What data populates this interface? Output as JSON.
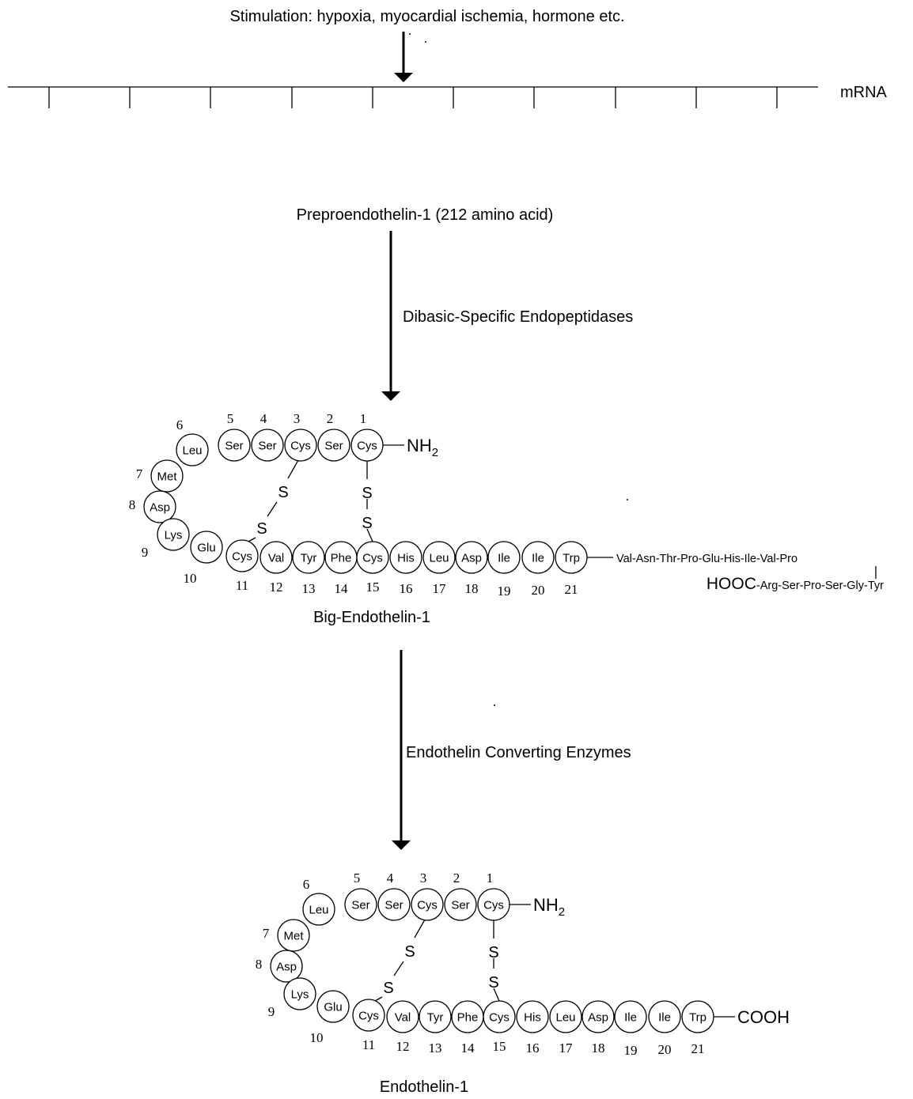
{
  "stimulation": "Stimulation: hypoxia, myocardial ischemia, hormone etc.",
  "mrna_label": "mRNA",
  "precursor_label": "Preproendothelin-1 (212 amino acid)",
  "enzyme_1": "Dibasic-Specific Endopeptidases",
  "enzyme_2": "Endothelin Converting Enzymes",
  "sulfur": "S",
  "peptide": {
    "residues": [
      {
        "n": "1",
        "aa": "Cys"
      },
      {
        "n": "2",
        "aa": "Ser"
      },
      {
        "n": "3",
        "aa": "Cys"
      },
      {
        "n": "4",
        "aa": "Ser"
      },
      {
        "n": "5",
        "aa": "Ser"
      },
      {
        "n": "6",
        "aa": "Leu"
      },
      {
        "n": "7",
        "aa": "Met"
      },
      {
        "n": "8",
        "aa": "Asp"
      },
      {
        "n": "9",
        "aa": "Lys"
      },
      {
        "n": "10",
        "aa": "Glu"
      },
      {
        "n": "11",
        "aa": "Cys"
      },
      {
        "n": "12",
        "aa": "Val"
      },
      {
        "n": "13",
        "aa": "Tyr"
      },
      {
        "n": "14",
        "aa": "Phe"
      },
      {
        "n": "15",
        "aa": "Cys"
      },
      {
        "n": "16",
        "aa": "His"
      },
      {
        "n": "17",
        "aa": "Leu"
      },
      {
        "n": "18",
        "aa": "Asp"
      },
      {
        "n": "19",
        "aa": "Ile"
      },
      {
        "n": "20",
        "aa": "Ile"
      },
      {
        "n": "21",
        "aa": "Trp"
      }
    ],
    "disulfide_bonds": [
      [
        "1",
        "15"
      ],
      [
        "3",
        "11"
      ]
    ]
  },
  "big_et1": {
    "name": "Big-Endothelin-1",
    "n_terminus": "NH",
    "n_terminus_sub": "2",
    "extension_1": "Val-Asn-Thr-Pro-Glu-His-Ile-Val-Pro",
    "extension_2_hooc": "HOOC",
    "extension_2": "-Arg-Ser-Pro-Ser-Gly-Tyr"
  },
  "et1": {
    "name": "Endothelin-1",
    "n_terminus": "NH",
    "n_terminus_sub": "2",
    "c_terminus": "COOH"
  }
}
